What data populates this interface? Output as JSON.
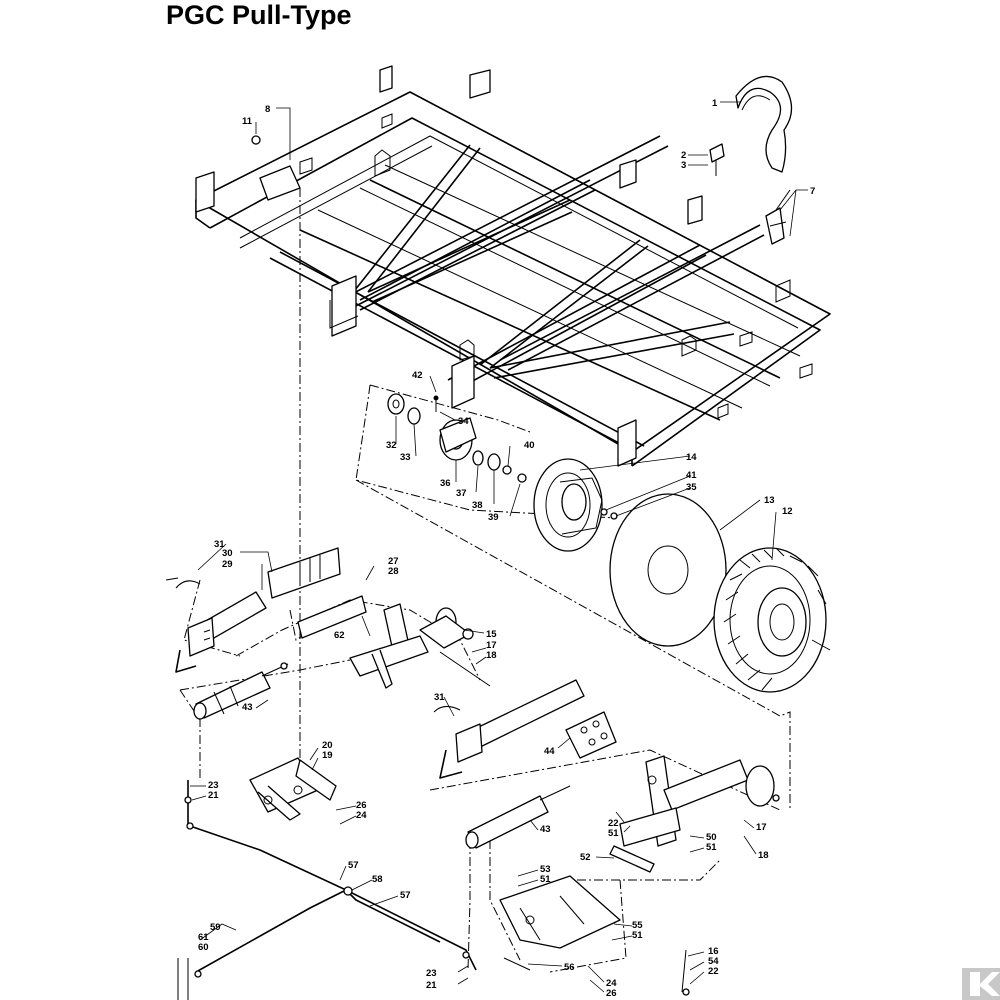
{
  "title": "PGC Pull-Type",
  "colors": {
    "line": "#000000",
    "background": "#ffffff",
    "logo": "#c8c8c8"
  },
  "logo_icon": "k-brand-arrow-icon",
  "callouts": [
    {
      "id": "c1",
      "text": "1"
    },
    {
      "id": "c2",
      "text": "2"
    },
    {
      "id": "c3",
      "text": "3"
    },
    {
      "id": "c7",
      "text": "7"
    },
    {
      "id": "c8",
      "text": "8"
    },
    {
      "id": "c11",
      "text": "11"
    },
    {
      "id": "c42",
      "text": "42"
    },
    {
      "id": "c34",
      "text": "34"
    },
    {
      "id": "c32",
      "text": "32"
    },
    {
      "id": "c33",
      "text": "33"
    },
    {
      "id": "c40",
      "text": "40"
    },
    {
      "id": "c14",
      "text": "14"
    },
    {
      "id": "c41",
      "text": "41"
    },
    {
      "id": "c35",
      "text": "35"
    },
    {
      "id": "c36",
      "text": "36"
    },
    {
      "id": "c37",
      "text": "37"
    },
    {
      "id": "c38",
      "text": "38"
    },
    {
      "id": "c39",
      "text": "39"
    },
    {
      "id": "c13",
      "text": "13"
    },
    {
      "id": "c12",
      "text": "12"
    },
    {
      "id": "c31a",
      "text": "31"
    },
    {
      "id": "c30",
      "text": "30"
    },
    {
      "id": "c29",
      "text": "29"
    },
    {
      "id": "c27",
      "text": "27"
    },
    {
      "id": "c28",
      "text": "28"
    },
    {
      "id": "c62",
      "text": "62"
    },
    {
      "id": "c15",
      "text": "15"
    },
    {
      "id": "c17a",
      "text": "17"
    },
    {
      "id": "c18a",
      "text": "18"
    },
    {
      "id": "c43a",
      "text": "43"
    },
    {
      "id": "c31b",
      "text": "31"
    },
    {
      "id": "c44",
      "text": "44"
    },
    {
      "id": "c20",
      "text": "20"
    },
    {
      "id": "c19",
      "text": "19"
    },
    {
      "id": "c23a",
      "text": "23"
    },
    {
      "id": "c21a",
      "text": "21"
    },
    {
      "id": "c26a",
      "text": "26"
    },
    {
      "id": "c24a",
      "text": "24"
    },
    {
      "id": "c22a",
      "text": "22"
    },
    {
      "id": "c51a",
      "text": "51"
    },
    {
      "id": "c17b",
      "text": "17"
    },
    {
      "id": "c43b",
      "text": "43"
    },
    {
      "id": "c50",
      "text": "50"
    },
    {
      "id": "c51b",
      "text": "51"
    },
    {
      "id": "c52",
      "text": "52"
    },
    {
      "id": "c18b",
      "text": "18"
    },
    {
      "id": "c57a",
      "text": "57"
    },
    {
      "id": "c58",
      "text": "58"
    },
    {
      "id": "c57b",
      "text": "57"
    },
    {
      "id": "c53",
      "text": "53"
    },
    {
      "id": "c51c",
      "text": "51"
    },
    {
      "id": "c59",
      "text": "59"
    },
    {
      "id": "c61",
      "text": "61"
    },
    {
      "id": "c60",
      "text": "60"
    },
    {
      "id": "c55",
      "text": "55"
    },
    {
      "id": "c51d",
      "text": "51"
    },
    {
      "id": "c56",
      "text": "56"
    },
    {
      "id": "c23b",
      "text": "23"
    },
    {
      "id": "c21b",
      "text": "21"
    },
    {
      "id": "c24b",
      "text": "24"
    },
    {
      "id": "c26b",
      "text": "26"
    },
    {
      "id": "c16",
      "text": "16"
    },
    {
      "id": "c54",
      "text": "54"
    },
    {
      "id": "c22b",
      "text": "22"
    }
  ]
}
